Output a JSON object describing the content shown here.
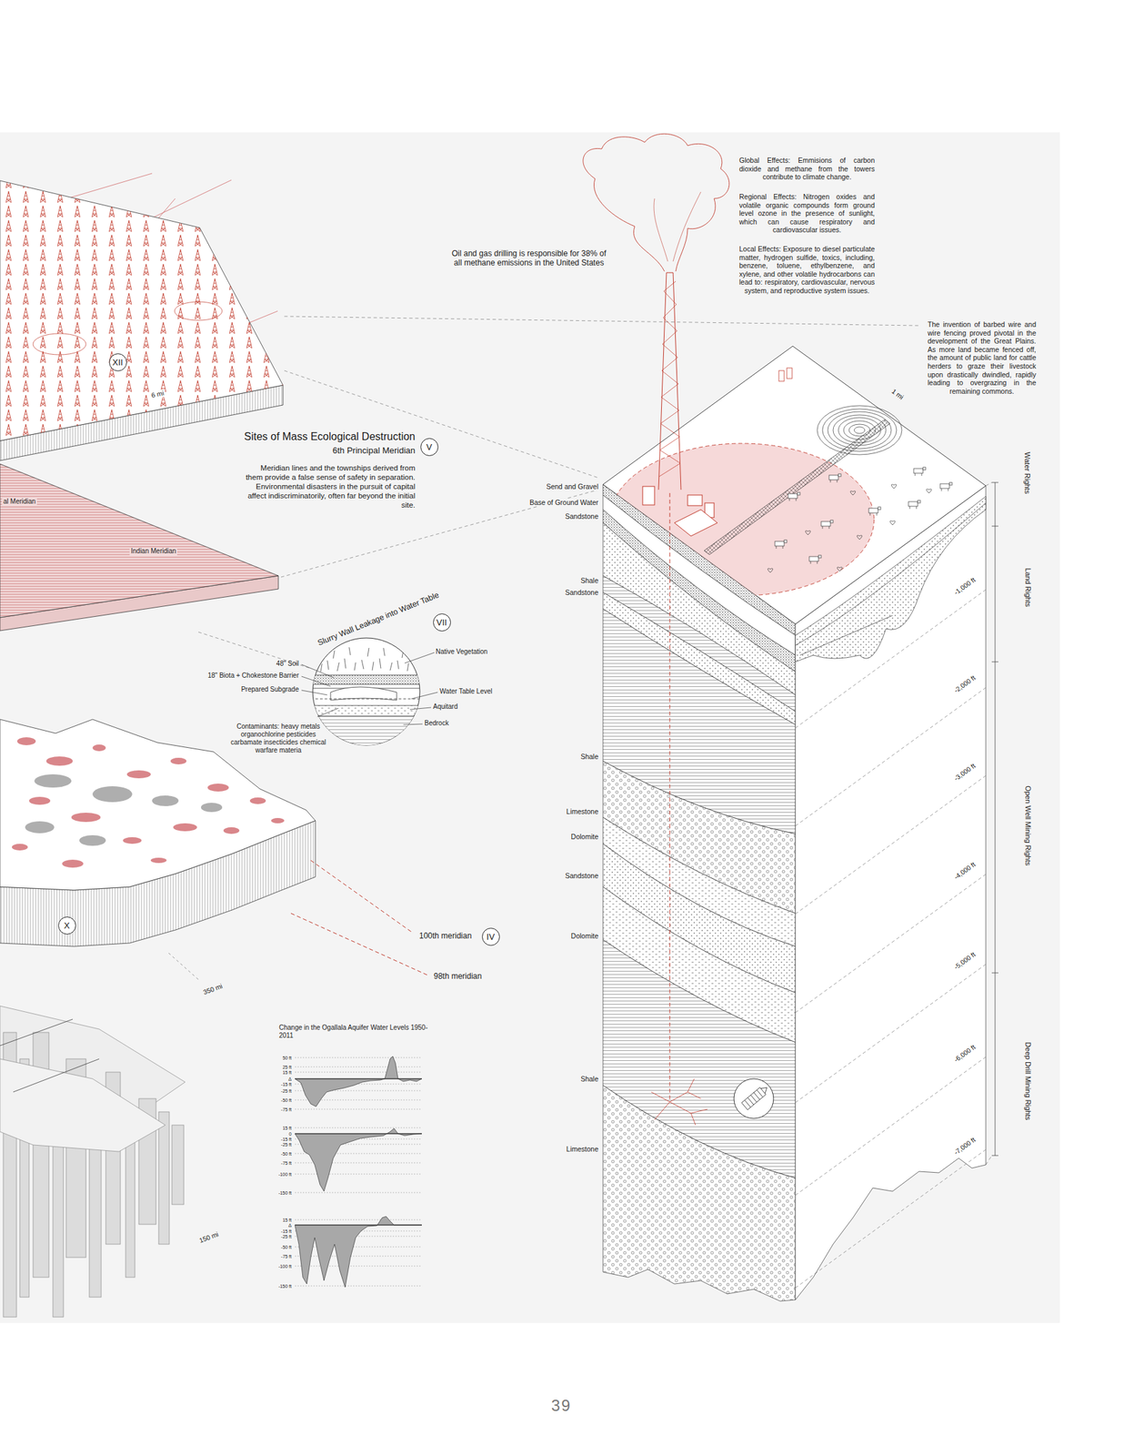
{
  "diagram": {
    "nodes": [
      {
        "text": [
          "XII"
        ]
      },
      {
        "text": [
          "V"
        ]
      },
      {
        "text": [
          "VII"
        ]
      },
      {
        "text": [
          "X"
        ]
      },
      {
        "text": [
          "IV"
        ]
      }
    ],
    "labels": [
      "Oil and gas drilling is responsible for 38% of all methane emissions in the United States",
      "Global Effects: Emmisions of carbon dioxide and methane from the towers contribute to climate change.",
      "Regional Effects: Nitrogen oxides and volatile organic compounds form ground level ozone in the presence of sunlight, which can cause respiratory and cardiovascular issues.",
      "Local Effects: Exposure to diesel particulate matter, hydrogen sulfide, toxics, including, benzene, toluene, ethylbenzene, and xylene, and other volatile hydrocarbons can lead to: respiratory, cardiovascular, nervous system, and reproductive system issues.",
      "The invention of barbed wire and wire fencing proved pivotal in the development of the Great Plains. As more land became fenced off, the amount of public land for cattle herders to graze their livestock upon drastically dwindled, rapidly leading to overgrazing in the remaining commons.",
      "Sites of Mass Ecological Destruction",
      "6th Principal Meridian",
      "Meridian lines and the townships derived from them provide a false sense of safety in separation. Environmental disasters in the pursuit of capital affect indiscriminatorily, often far beyond the initial site.",
      "Slurry Wall Leakage into Water Table",
      "Native Vegetation",
      "48\" Soil",
      "18\" Biota + Chokestone Barrier",
      "Prepared Subgrade",
      "Water Table Level",
      "Aquitard",
      "Bedrock",
      "Contaminants: heavy metals organochlorine pesticides carbamate insecticides chemical warfare materia",
      "al Meridian",
      "Indian Meridian",
      "6 mi",
      "100th meridian",
      "98th meridian",
      "350 mi",
      "150 mi",
      "Change in the Ogallala Aquifer Water Levels 1950-2011",
      "50 ft",
      "25 ft",
      "15 ft",
      "Δ",
      "-15 ft",
      "-25 ft",
      "-50 ft",
      "-75 ft",
      "15 ft",
      "0",
      "-15 ft",
      "-25 ft",
      "-50 ft",
      "-75 ft",
      "-100 ft",
      "-150 ft",
      "15 ft",
      "Δ",
      "-15 ft",
      "-25 ft",
      "-50 ft",
      "-75 ft",
      "-100 ft",
      "-150 ft",
      "Send and Gravel",
      "Base of Ground Water",
      "Sandstone",
      "Shale",
      "Sandstone",
      "Shale",
      "Limestone",
      "Dolomite",
      "Sandstone",
      "Dolomite",
      "Shale",
      "Limestone",
      "1 mi",
      "-1,000 ft",
      "-2,000 ft",
      "-3,000 ft",
      "-4,000 ft",
      "-5,000 ft",
      "-6,000 ft",
      "-7,000 ft",
      "Water Rights",
      "Land Rights",
      "Open Well Mining Rights",
      "Deep Drill Mining Rights",
      "39"
    ]
  }
}
